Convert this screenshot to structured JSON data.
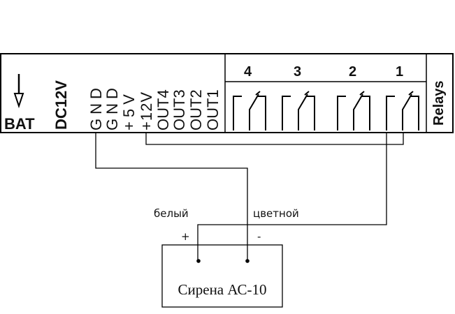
{
  "controller": {
    "bat_label": "BAT",
    "dc_label": "DC12V",
    "terminals": [
      "GND",
      "GND",
      "+5V",
      "+12V",
      "OUT4",
      "OUT3",
      "OUT2",
      "OUT1"
    ],
    "terminal_letters": [
      [
        "G",
        "N",
        "D"
      ],
      [
        "G",
        "N",
        "D"
      ],
      [
        "+",
        "5",
        "V"
      ],
      [
        "+",
        "12V"
      ],
      [
        "OUT4"
      ],
      [
        "OUT3"
      ],
      [
        "OUT2"
      ],
      [
        "OUT1"
      ]
    ],
    "relay_numbers": [
      "4",
      "3",
      "2",
      "1"
    ],
    "relays_label": "Relays"
  },
  "wires": {
    "white_label": "белый",
    "colored_label": "цветной",
    "plus_label": "+",
    "minus_label": "-"
  },
  "siren": {
    "label": "Сирена АС-10"
  },
  "colors": {
    "line": "#000000",
    "text": "#111111",
    "background": "#ffffff"
  }
}
